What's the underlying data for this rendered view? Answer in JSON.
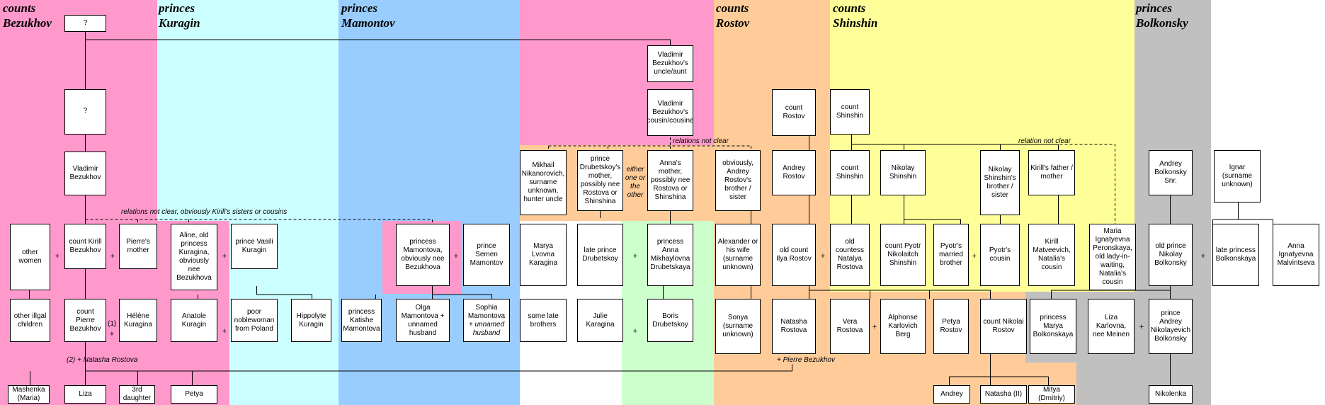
{
  "families": {
    "bezukhov": {
      "rank": "counts",
      "name": "Bezukhov"
    },
    "kuragin": {
      "rank": "princes",
      "name": "Kuragin"
    },
    "mamontov": {
      "rank": "princes",
      "name": "Mamontov"
    },
    "rostov": {
      "rank": "counts",
      "name": "Rostov"
    },
    "shinshin": {
      "rank": "counts",
      "name": "Shinshin"
    },
    "bolkonsky": {
      "rank": "princes",
      "name": "Bolkonsky"
    }
  },
  "colors": {
    "bezukhov": "#ff99cc",
    "kuragin": "#ccffff",
    "mamontov": "#99ccff",
    "rostov": "#ffcc99",
    "shinshin": "#ffff99",
    "bolkonsky": "#c0c0c0",
    "drubetskoy": "#ccffcc"
  },
  "people": {
    "bz_root": "?",
    "bz_q2": "?",
    "vladimir": "Vladimir Bezukhov",
    "uncle": "Vladimir Bezukhov's uncle/aunt",
    "cousin": "Vladimir Bezukhov's cousin/cousine",
    "other_women": "other women",
    "kirill": "count Kirill Bezukhov",
    "pierres_mother": "Pierre's mother",
    "aline": "Aline, old princess Kuragina, obviously nee Bezukhova",
    "vasili": "prince Vasili Kuragin",
    "other_illegal": "other illgal children",
    "pierre": "count Pierre Bezukhov",
    "helene": "Hélène Kuragina",
    "anatole": "Anatole Kuragin",
    "noblewoman": "poor noblewoman from Poland",
    "hippolyte": "Hippolyte Kuragin",
    "mashenka": "Mashenka (Maria)",
    "liza_bz": "Liza",
    "third_daughter": "3rd daughter",
    "petya_bz": "Petya",
    "pr_mamontova": "princess Mamontova, obviously nee Bezukhova",
    "semen": "prince Semen Mamontov",
    "katishe": "princess Katishe Mamontova",
    "olga": "Olga Mamontova + unnamed husband",
    "sophia": "Sophia Mamontova",
    "sophia_husband": "+ unnamed husband",
    "mikhail": "Mikhail Nikanorovich, surname unknown, hunter uncle",
    "drub_mother": "prince Drubetskoy's mother, possibly nee Rostova or Shinshina",
    "anna_mother": "Anna's mother, possibly nee Rostova or Shinshina",
    "marya_karagina": "Marya Lvovna Karagina",
    "late_drub": "late prince Drubetskoy",
    "anna_drub": "princess Anna Mikhaylovna Drubetskaya",
    "some_brothers": "some late brothers",
    "julie": "Julie Karagina",
    "boris": "Boris Drubetskoy",
    "count_rostov": "count Rostov",
    "andrey_bro": "obviously, Andrey Rostov's brother / sister",
    "andrey_rostov": "Andrey Rostov",
    "alexander": "Alexander or his wife (surname unknown)",
    "ilya": "old count Ilya Rostov",
    "sonya": "Sonya (surname unknown)",
    "natasha": "Natasha Rostova",
    "count_shinshin": "count Shinshin",
    "count_shinshin2": "count Shinshin",
    "nikolay_shinshin": "Nikolay Shinshin",
    "nikolay_bro": "Nikolay Shinshin's brother / sister",
    "kirill_father": "Kirill's father / mother",
    "natalya": "old countess Natalya Rostova",
    "pyotr": "count Pyotr Nikolaitch Shinshin",
    "pyotr_brother": "Pyotr's married brother",
    "pyotr_cousin": "Pyotr's cousin",
    "kirill_matveevich": "Kirill Matveevich, Natalia's cousin",
    "maria_ign": "Maria Ignatyevna Peronskaya, old lady-in-waiting, Natalia's cousin",
    "vera": "Vera Rostova",
    "alphonse": "Alphonse Karlovich Berg",
    "petya_r": "Petya Rostov",
    "nikolai": "count Nikolai Rostov",
    "andrey_jr": "Andrey",
    "natasha_ii": "Natasha (II)",
    "mitya": "Mitya (Dmitriy)",
    "andrey_bolk_snr": "Andrey Bolkonsky Snr.",
    "ignar": "Ignar (surname unknown)",
    "old_nikolay": "old prince Nikolay Bolkonsky",
    "late_bolk": "late princess Bolkonskaya",
    "anna_malv": "Anna Ignatyevna Malvintseva",
    "marya_bolk": "princess Marya Bolkonskaya",
    "liza_meinen": "Liza Karlovna, nee Meinen",
    "andrey_bolk": "prince Andrey Nikolayevich Bolkonsky",
    "nikolenka": "Nikolenka"
  },
  "labels": {
    "rel_kirill": "relations not clear, obviously Kirill's sisters or cousins",
    "rel_top": "relations not clear",
    "rel_shinshin": "relation not clear",
    "either": "either one or the other",
    "pierre_2": "(2) + Natasha Rostova",
    "pierre_1": "(1)",
    "natasha_pierre": "+ Pierre Bezukhov",
    "plus": "+"
  }
}
